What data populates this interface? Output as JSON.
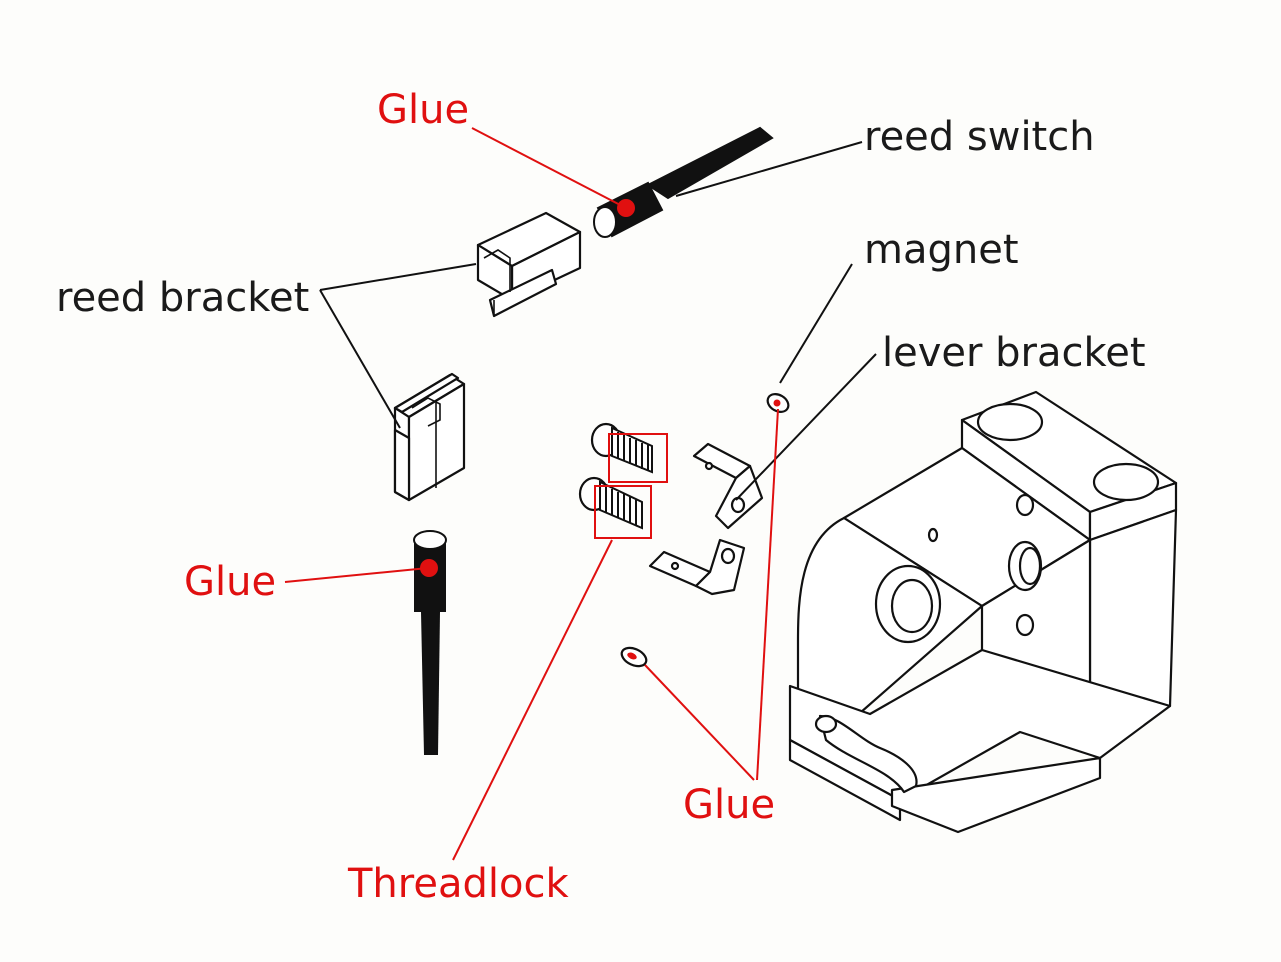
{
  "labels": {
    "reed_switch": "reed switch",
    "reed_bracket": "reed bracket",
    "magnet": "magnet",
    "lever_bracket": "lever bracket",
    "glue_top": "Glue",
    "glue_left": "Glue",
    "glue_bottom": "Glue",
    "threadlock": "Threadlock"
  },
  "colors": {
    "annotation": "#e01010",
    "linework": "#111111",
    "background": "#fdfdfb"
  }
}
